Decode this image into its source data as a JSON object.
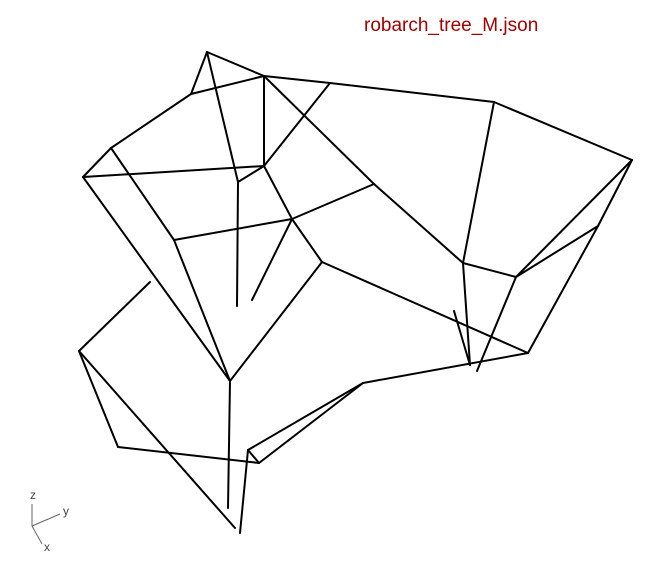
{
  "viewport": {
    "file_name": "robarch_tree_M.json",
    "title_color": "#a00000",
    "line_color": "#000000",
    "background_color": "#ffffff"
  },
  "axes": {
    "z_label": "z",
    "y_label": "y",
    "x_label": "x",
    "color": "#666666"
  }
}
